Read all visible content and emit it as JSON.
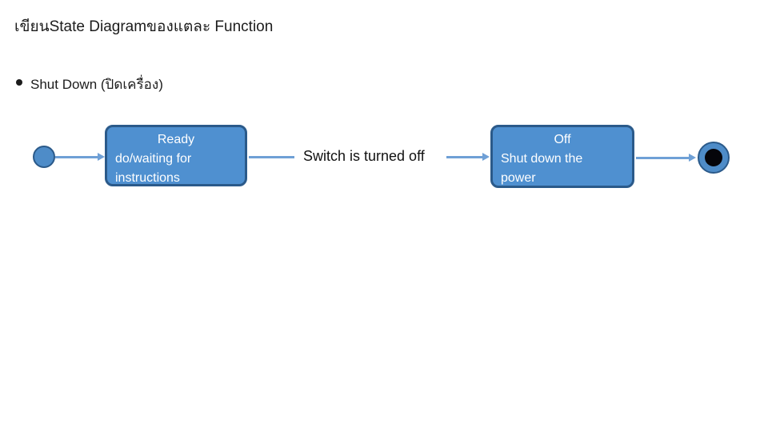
{
  "slide": {
    "title": "เขียนState Diagramของแตละ Function",
    "bullet": "Shut Down (ปิดเครื่อง)"
  },
  "diagram": {
    "states": [
      {
        "title": "Ready",
        "lines": [
          "do/waiting for",
          "instructions"
        ]
      },
      {
        "title": "Off",
        "lines": [
          "Shut down the",
          "power"
        ]
      }
    ],
    "transition_label": "Switch is turned off",
    "nodes": {
      "initial": "initial-state-filled-circle",
      "final": "final-state-bullseye"
    },
    "colors": {
      "state_fill": "#4F90D0",
      "state_border": "#2B5A8A",
      "connector": "#6FA0D6",
      "node_fill": "#4E8CC8",
      "final_inner": "#05050a",
      "text_on_state": "#ffffff",
      "text_default": "#1c1c1c"
    }
  }
}
